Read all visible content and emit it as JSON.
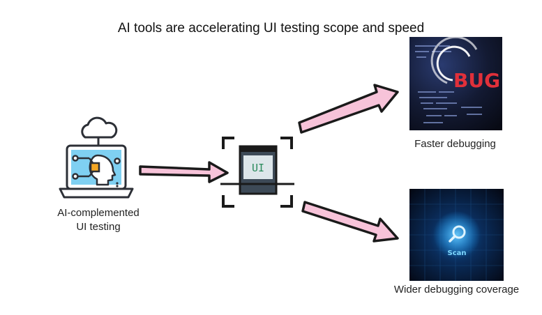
{
  "title": "AI tools are accelerating UI testing scope and speed",
  "nodes": {
    "source": {
      "label_line1": "AI-complemented",
      "label_line2": "UI testing",
      "icon": "ai-laptop-icon"
    },
    "ui": {
      "label": "UI",
      "icon": "ui-window-scan-icon"
    },
    "outcome_top": {
      "label": "Faster debugging",
      "image_text": "BUG",
      "icon": "bug-code-image"
    },
    "outcome_bottom": {
      "label": "Wider debugging coverage",
      "image_text": "Scan",
      "icon": "scan-image"
    }
  },
  "colors": {
    "arrow_fill": "#f7c3d9",
    "arrow_stroke": "#1a1a1a",
    "icon_blue": "#7fd0f2",
    "icon_orange": "#f5a623",
    "icon_dark": "#2c2f36",
    "bug_red": "#e0303a",
    "scan_blue": "#1aa0ff",
    "panel_dark": "#0b0f1c"
  }
}
